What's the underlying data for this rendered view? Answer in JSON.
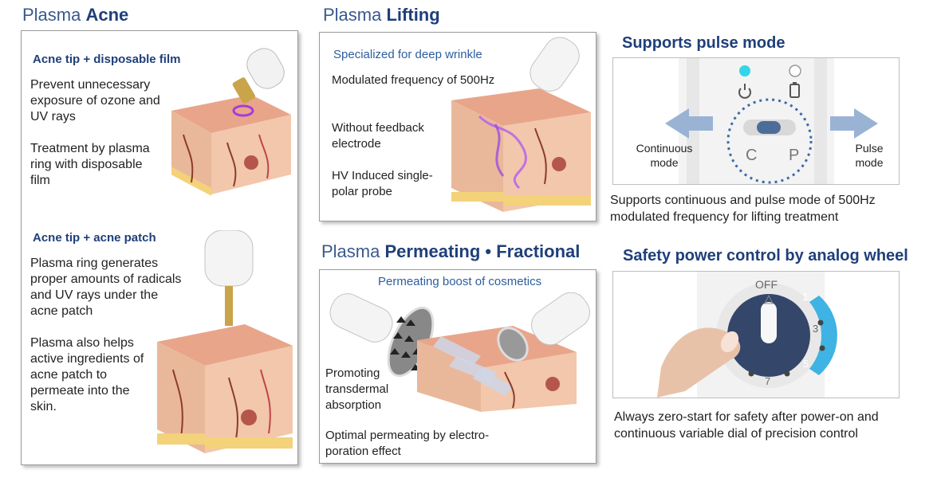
{
  "acne": {
    "title_light": "Plasma",
    "title_bold": "Acne",
    "film": {
      "heading": "Acne tip + disposable film",
      "point1": "Prevent unnecessary exposure of ozone and UV rays",
      "point2": "Treatment by plasma ring with disposable film"
    },
    "patch": {
      "heading": "Acne tip + acne patch",
      "point1": "Plasma ring generates proper amounts of radicals and UV rays under the acne patch",
      "point2": "Plasma also helps active ingredients of acne patch to permeate into the skin."
    }
  },
  "lifting": {
    "title_light": "Plasma",
    "title_bold": "Lifting",
    "tagline": "Specialized for deep wrinkle",
    "point1": "Modulated frequency of 500Hz",
    "point2": "Without feedback electrode",
    "point3": "HV Induced single-polar probe"
  },
  "permeating": {
    "title_light": "Plasma",
    "title_bold": "Permeating • Fractional",
    "tagline": "Permeating boost of cosmetics",
    "point1": "Promoting transdermal absorption",
    "point2": "Optimal permeating by electro-poration effect"
  },
  "pulse": {
    "title": "Supports pulse mode",
    "left_label": "Continuous mode",
    "right_label": "Pulse mode",
    "switch_left": "C",
    "switch_right": "P",
    "caption": "Supports continuous and pulse mode of 500Hz modulated frequency for lifting treatment"
  },
  "safety": {
    "title": "Safety power control by analog wheel",
    "dial_off": "OFF",
    "dial_marks": [
      "1",
      "3",
      "5",
      "7"
    ],
    "caption": "Always zero-start for safety after power-on and continuous variable dial of precision control"
  },
  "colors": {
    "title_blue": "#1f3f7a",
    "accent_blue": "#2d5da0",
    "led_cyan": "#33d6e8",
    "dial_navy": "#34466a"
  }
}
